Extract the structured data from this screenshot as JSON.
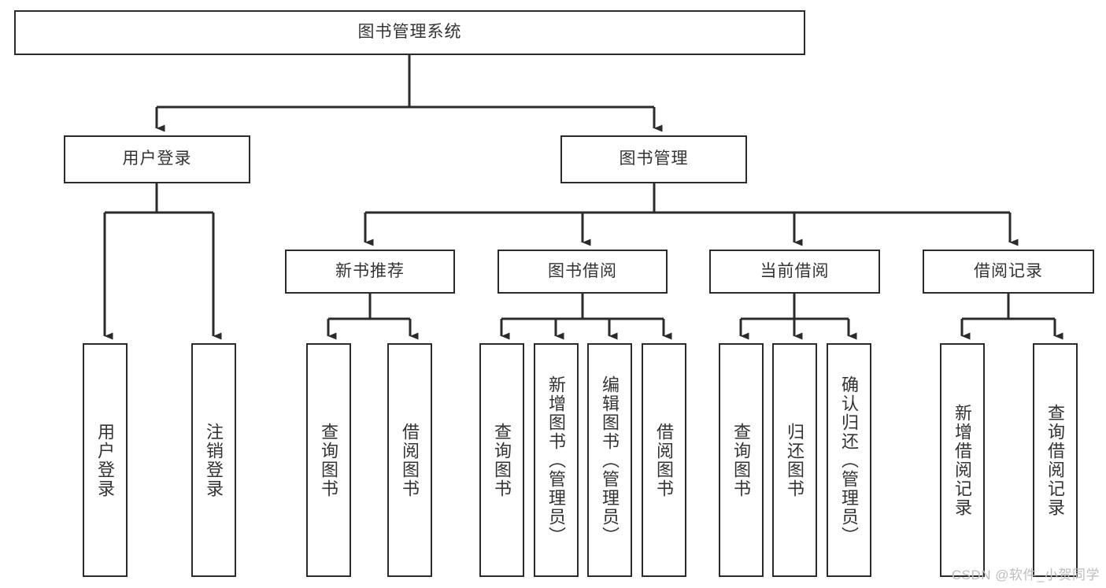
{
  "diagram": {
    "title": "图书管理系统",
    "type": "tree",
    "colors": {
      "node_border": "#2b2b2b",
      "node_fill": "#ffffff",
      "text": "#333333",
      "edge": "#2b2b2b",
      "watermark": "#bdbdbd",
      "background": "#ffffff"
    },
    "watermark": "CSDN @软件_小贺同学",
    "nodes": {
      "root": {
        "label": "图书管理系统"
      },
      "level1": [
        {
          "id": "user-login",
          "label": "用户登录"
        },
        {
          "id": "book-manage",
          "label": "图书管理"
        }
      ],
      "level2": [
        {
          "id": "new-book-recommend",
          "label": "新书推荐",
          "parent": "book-manage"
        },
        {
          "id": "book-borrow",
          "label": "图书借阅",
          "parent": "book-manage"
        },
        {
          "id": "current-borrow",
          "label": "当前借阅",
          "parent": "book-manage"
        },
        {
          "id": "borrow-record",
          "label": "借阅记录",
          "parent": "book-manage"
        }
      ],
      "leaves": [
        {
          "id": "leaf-user-login",
          "label": "用户登录",
          "parent": "user-login"
        },
        {
          "id": "leaf-logout",
          "label": "注销登录",
          "parent": "user-login"
        },
        {
          "id": "leaf-query-book-1",
          "label": "查询图书",
          "parent": "new-book-recommend"
        },
        {
          "id": "leaf-borrow-book-1",
          "label": "借阅图书",
          "parent": "new-book-recommend"
        },
        {
          "id": "leaf-query-book-2",
          "label": "查询图书",
          "parent": "book-borrow"
        },
        {
          "id": "leaf-add-book",
          "label": "新增图书（管理员）",
          "parent": "book-borrow"
        },
        {
          "id": "leaf-edit-book",
          "label": "编辑图书（管理员）",
          "parent": "book-borrow"
        },
        {
          "id": "leaf-borrow-book-2",
          "label": "借阅图书",
          "parent": "book-borrow"
        },
        {
          "id": "leaf-query-book-3",
          "label": "查询图书",
          "parent": "current-borrow"
        },
        {
          "id": "leaf-return-book",
          "label": "归还图书",
          "parent": "current-borrow"
        },
        {
          "id": "leaf-confirm-return",
          "label": "确认归还（管理员）",
          "parent": "current-borrow"
        },
        {
          "id": "leaf-add-record",
          "label": "新增借阅记录",
          "parent": "borrow-record"
        },
        {
          "id": "leaf-query-record",
          "label": "查询借阅记录",
          "parent": "borrow-record"
        }
      ]
    }
  }
}
